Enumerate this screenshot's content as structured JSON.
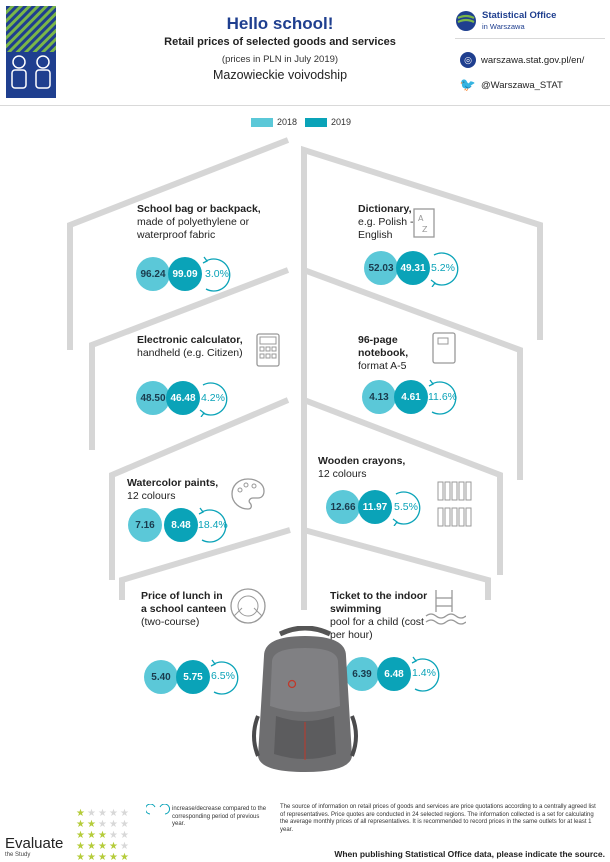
{
  "header": {
    "title": "Hello school!",
    "subtitle": "Retail prices of selected goods and services",
    "note": "(prices in PLN in July 2019)",
    "region": "Mazowieckie voivodship",
    "office_name_line1": "Statistical Office",
    "office_name_line2": "in Warszawa",
    "website": "warszawa.stat.gov.pl/en/",
    "twitter": "@Warszawa_STAT"
  },
  "legend": {
    "y2018": "2018",
    "y2019": "2019",
    "color_2018": "#5bc8d8",
    "color_2019": "#0aa3b8"
  },
  "items": [
    {
      "title_bold": "School bag or backpack,",
      "title_rest": "made of polyethylene or waterproof fabric",
      "p2018": "96.24",
      "p2019": "99.09",
      "change": "3.0%",
      "direction": "increase",
      "icon": "backpack-icon"
    },
    {
      "title_bold": "Dictionary,",
      "title_rest": "e.g. Polish -English",
      "p2018": "52.03",
      "p2019": "49.31",
      "change": "5.2%",
      "direction": "decrease",
      "icon": "dictionary-icon"
    },
    {
      "title_bold": "Electronic calculator,",
      "title_rest": "handheld (e.g. Citizen)",
      "p2018": "48.50",
      "p2019": "46.48",
      "change": "4.2%",
      "direction": "decrease",
      "icon": "calculator-icon"
    },
    {
      "title_bold": "96-page notebook,",
      "title_rest": "format A-5",
      "p2018": "4.13",
      "p2019": "4.61",
      "change": "11.6%",
      "direction": "increase",
      "icon": "notebook-icon"
    },
    {
      "title_bold": "Watercolor paints,",
      "title_rest": "12 colours",
      "p2018": "7.16",
      "p2019": "8.48",
      "change": "18.4%",
      "direction": "increase",
      "icon": "palette-icon"
    },
    {
      "title_bold": "Wooden crayons,",
      "title_rest": "12 colours",
      "p2018": "12.66",
      "p2019": "11.97",
      "change": "5.5%",
      "direction": "decrease",
      "icon": "crayons-icon"
    },
    {
      "title_bold": "Price of lunch in a school canteen",
      "title_rest": "(two-course)",
      "p2018": "5.40",
      "p2019": "5.75",
      "change": "6.5%",
      "direction": "increase",
      "icon": "lunch-icon"
    },
    {
      "title_bold": "Ticket to the indoor swimming",
      "title_rest": "pool for a child (cost per hour)",
      "p2018": "6.39",
      "p2019": "6.48",
      "change": "1.4%",
      "direction": "increase",
      "icon": "pool-icon"
    }
  ],
  "footer": {
    "evaluate": "Evaluate",
    "evaluate_sub": "the Study",
    "arrow_note": "increase/decrease compared to the corresponding period of previous year.",
    "source_note": "The source of information on retail prices of goods and services are price quotations according to a centrally agreed list of representatives. Price quotes are conducted in 24 selected regions. The information collected is a set for calculating the average monthly prices of all representatives. It is recommended to record prices in the same outlets for at least 1 year.",
    "publish_note": "When publishing Statistical Office data, please indicate the source."
  }
}
